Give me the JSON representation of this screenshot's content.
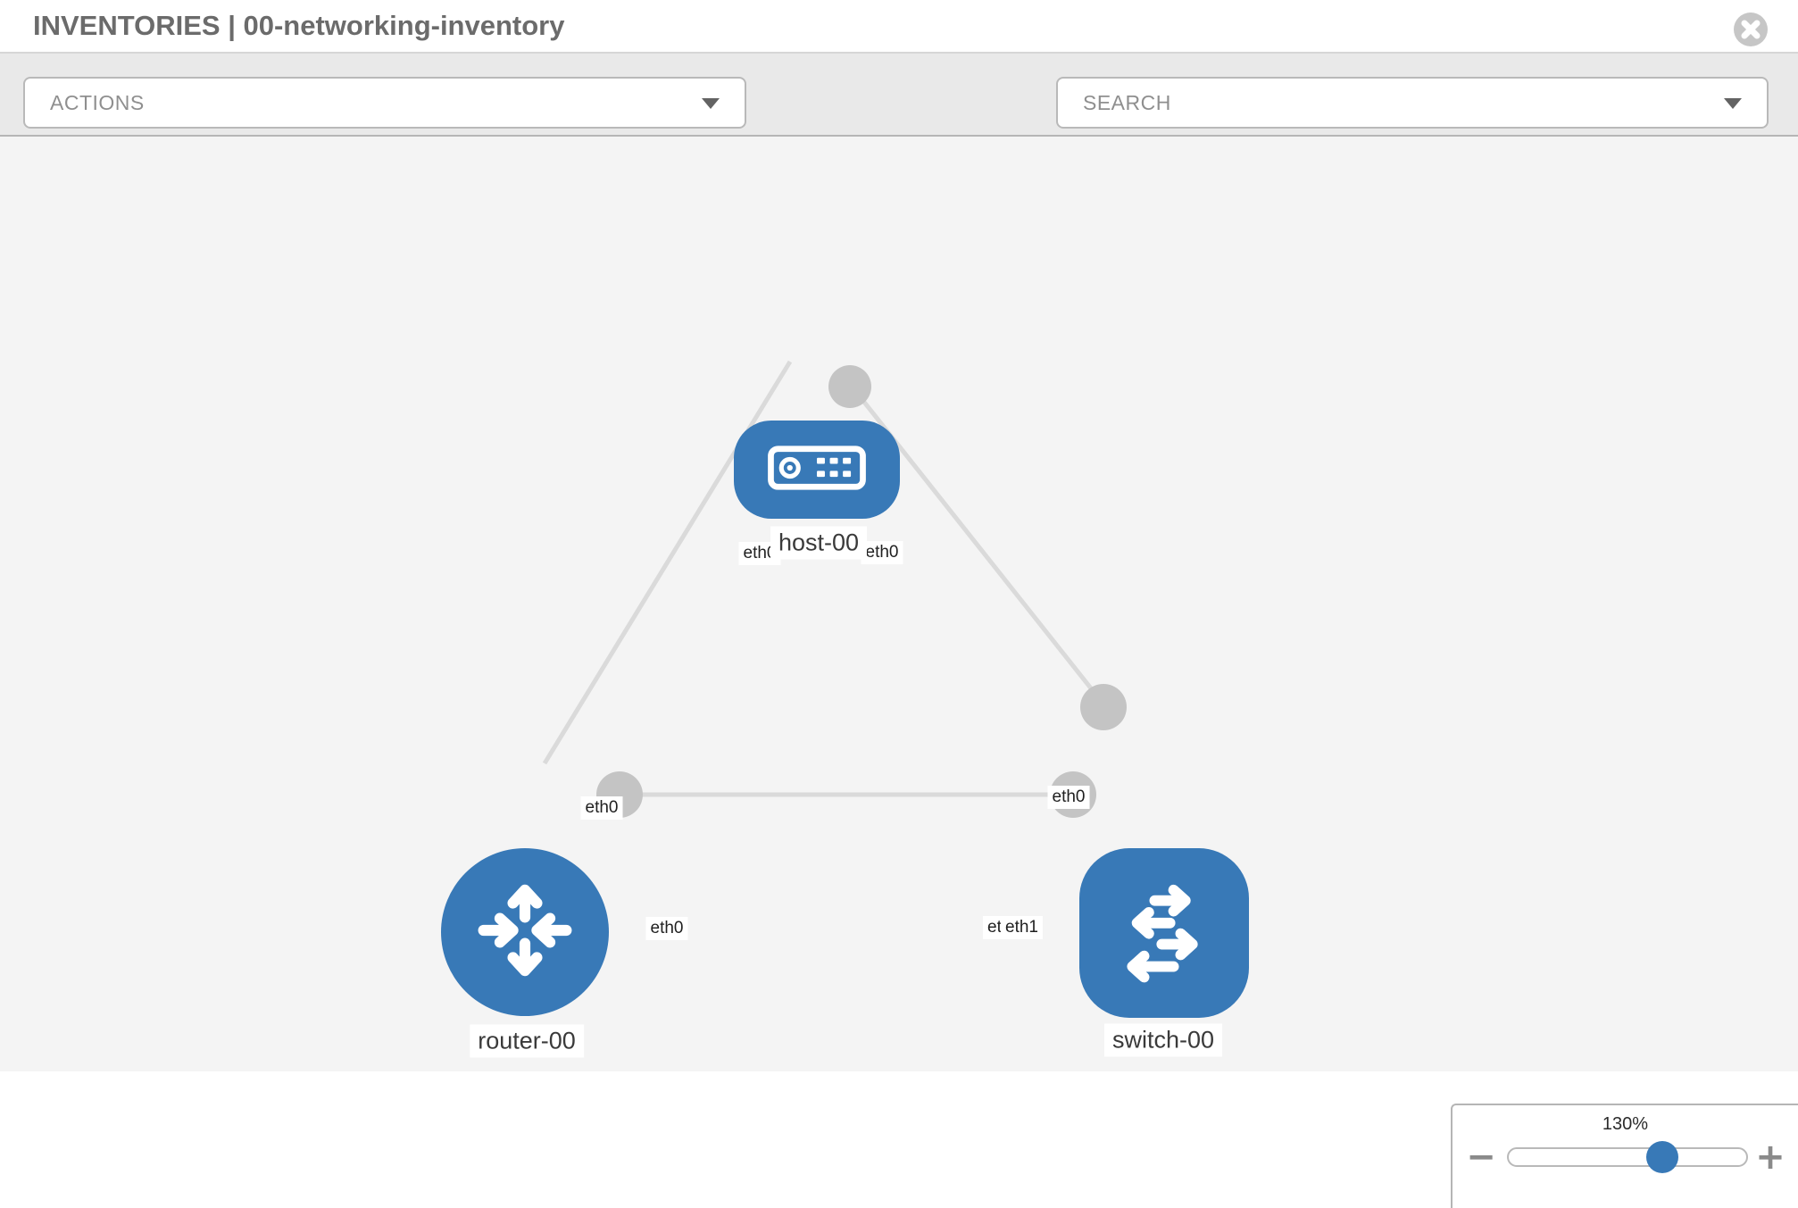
{
  "header": {
    "title": "INVENTORIES | 00-networking-inventory",
    "close_icon": "x-circle-icon"
  },
  "toolbar": {
    "actions_label": "ACTIONS",
    "search_label": "SEARCH",
    "icons": [
      "wrench-icon",
      "key-icon"
    ]
  },
  "topology": {
    "nodes": [
      {
        "id": "host-00",
        "type": "host",
        "label": "host-00",
        "icon": "host-icon"
      },
      {
        "id": "router-00",
        "type": "router",
        "label": "router-00",
        "icon": "router-icon"
      },
      {
        "id": "switch-00",
        "type": "switch",
        "label": "switch-00",
        "icon": "switch-icon"
      }
    ],
    "links": [
      {
        "id": "host-router",
        "ends": [
          {
            "node": "host-00",
            "interface": "eth0"
          },
          {
            "node": "router-00",
            "interface": "eth0"
          }
        ]
      },
      {
        "id": "host-switch",
        "ends": [
          {
            "node": "host-00",
            "interface": "eth0"
          },
          {
            "node": "switch-00",
            "interface": "eth0"
          }
        ]
      },
      {
        "id": "router-switch",
        "ends": [
          {
            "node": "router-00",
            "interface": "eth0"
          },
          {
            "node": "switch-00",
            "interface": "eth1"
          }
        ],
        "overlapped_label": "eth0"
      }
    ]
  },
  "zoom": {
    "value": "130%",
    "level_percent": 130,
    "minus_glyph": "−",
    "plus_glyph": "+"
  },
  "colors": {
    "node_blue": "#3879b7",
    "port_gray": "#c4c4c4",
    "link_gray": "#dadada",
    "canvas_bg": "#f4f4f4",
    "toolbar_bg": "#e9e9e9"
  }
}
